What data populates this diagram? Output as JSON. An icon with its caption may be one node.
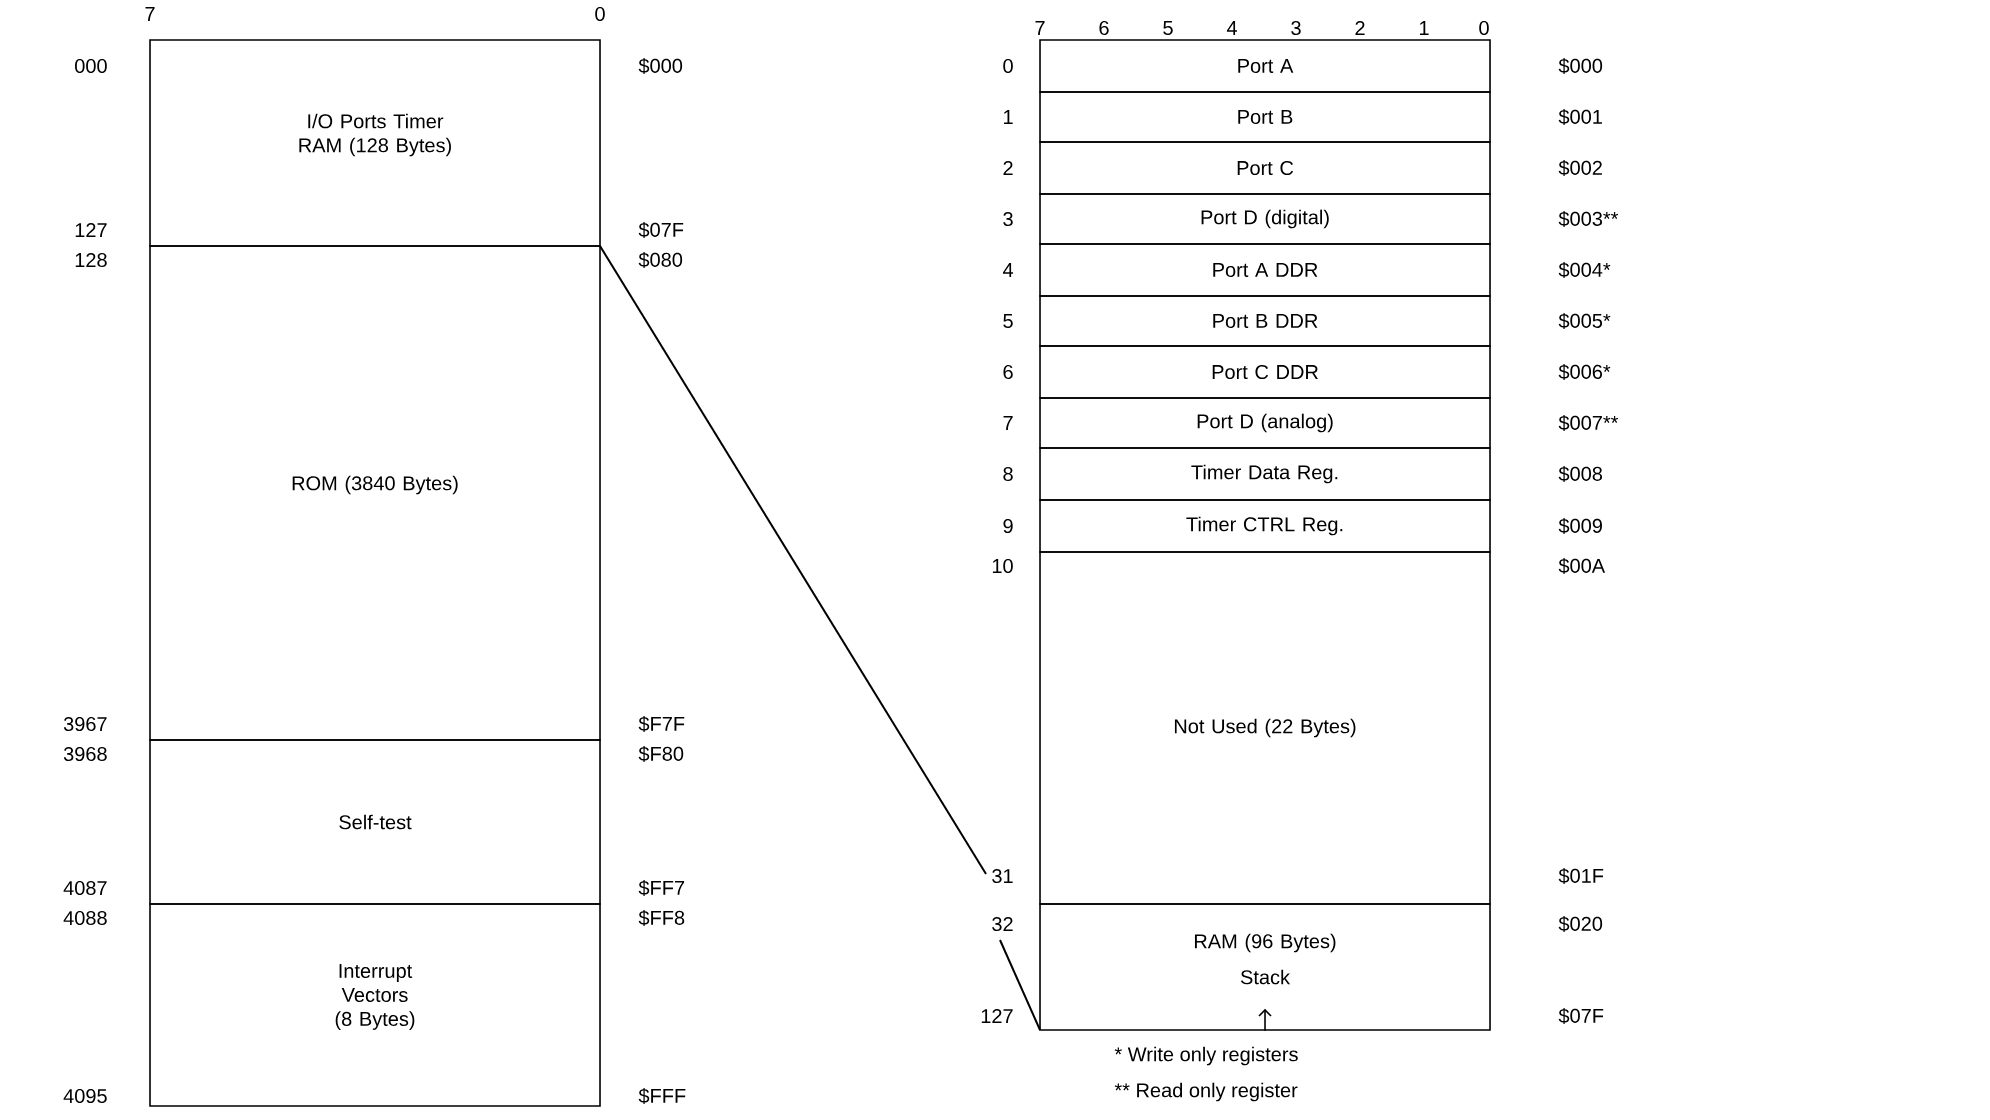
{
  "diagram": {
    "nodes": [
      {
        "text": [
          "I/O Ports Timer RAM (128 Bytes)"
        ]
      },
      {
        "text": [
          "ROM (3840 Bytes)"
        ]
      },
      {
        "text": [
          "Self-test"
        ]
      },
      {
        "text": [
          "Interrupt Vectors (8 Bytes)"
        ]
      },
      {
        "text": [
          "Port A"
        ]
      },
      {
        "text": [
          "Port B"
        ]
      },
      {
        "text": [
          "Port C"
        ]
      },
      {
        "text": [
          "Port D (digital)"
        ]
      },
      {
        "text": [
          "Port A DDR"
        ]
      },
      {
        "text": [
          "Port B DDR"
        ]
      },
      {
        "text": [
          "Port C DDR"
        ]
      },
      {
        "text": [
          "Port D (analog)"
        ]
      },
      {
        "text": [
          "Timer Data Reg."
        ]
      },
      {
        "text": [
          "Timer CTRL Reg."
        ]
      },
      {
        "text": [
          "Not Used (22 Bytes)"
        ]
      },
      {
        "text": [
          "RAM (96 Bytes)",
          "Stack"
        ]
      }
    ],
    "labels": [
      "7",
      "0",
      "000",
      "127",
      "128",
      "3967",
      "3968",
      "4087",
      "4088",
      "4095",
      "$000",
      "$07F",
      "$080",
      "$F7F",
      "$F80",
      "$FF7",
      "$FF8",
      "$FFF",
      "7",
      "6",
      "5",
      "4",
      "3",
      "2",
      "1",
      "0",
      "0",
      "1",
      "2",
      "3",
      "4",
      "5",
      "6",
      "7",
      "8",
      "9",
      "10",
      "31",
      "32",
      "127",
      "$000",
      "$001",
      "$002",
      "$003**",
      "$004*",
      "$005*",
      "$006*",
      "$007**",
      "$008",
      "$009",
      "$00A",
      "$01F",
      "$020",
      "$07F",
      "* Write only registers",
      "** Read only register"
    ]
  }
}
